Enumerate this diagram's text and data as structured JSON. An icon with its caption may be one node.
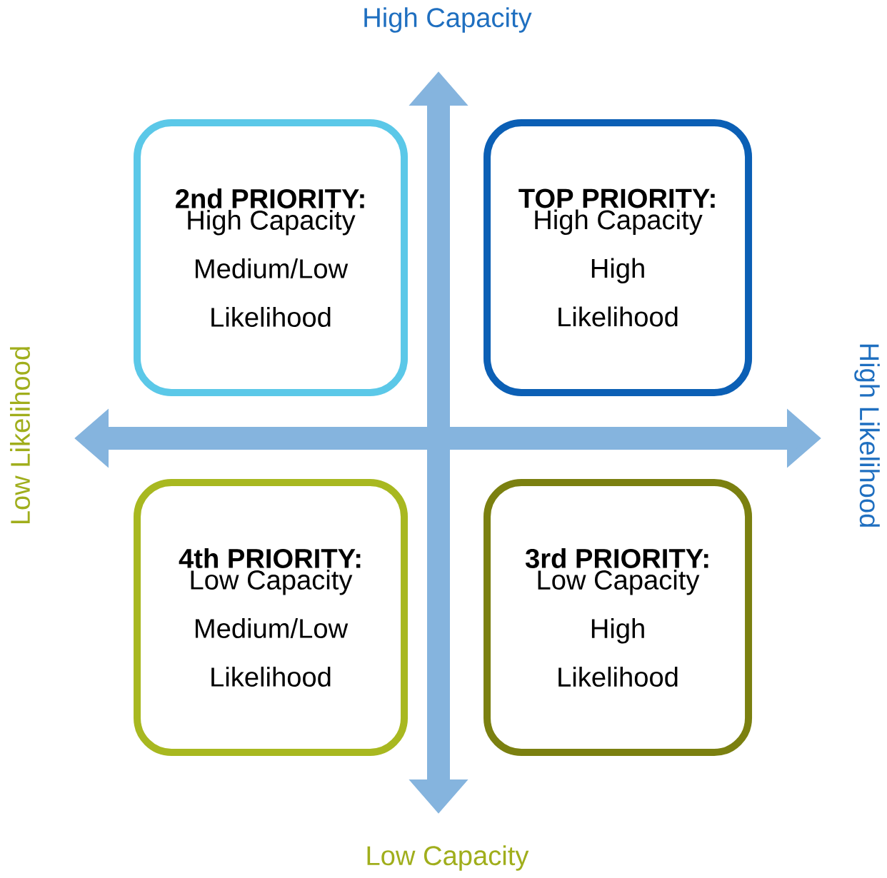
{
  "diagram": {
    "nodes": [
      {
        "text": [
          "2nd PRIORITY:",
          "High Capacity Medium/Low Likelihood"
        ]
      },
      {
        "text": [
          "TOP PRIORITY:",
          "High Capacity High Likelihood"
        ]
      },
      {
        "text": [
          "4th PRIORITY:",
          "Low Capacity Medium/Low Likelihood"
        ]
      },
      {
        "text": [
          "3rd PRIORITY:",
          "Low Capacity High Likelihood"
        ]
      }
    ],
    "labels": [
      "High Capacity",
      "Low Likelihood",
      "High Likelihood",
      "Low Capacity"
    ]
  }
}
